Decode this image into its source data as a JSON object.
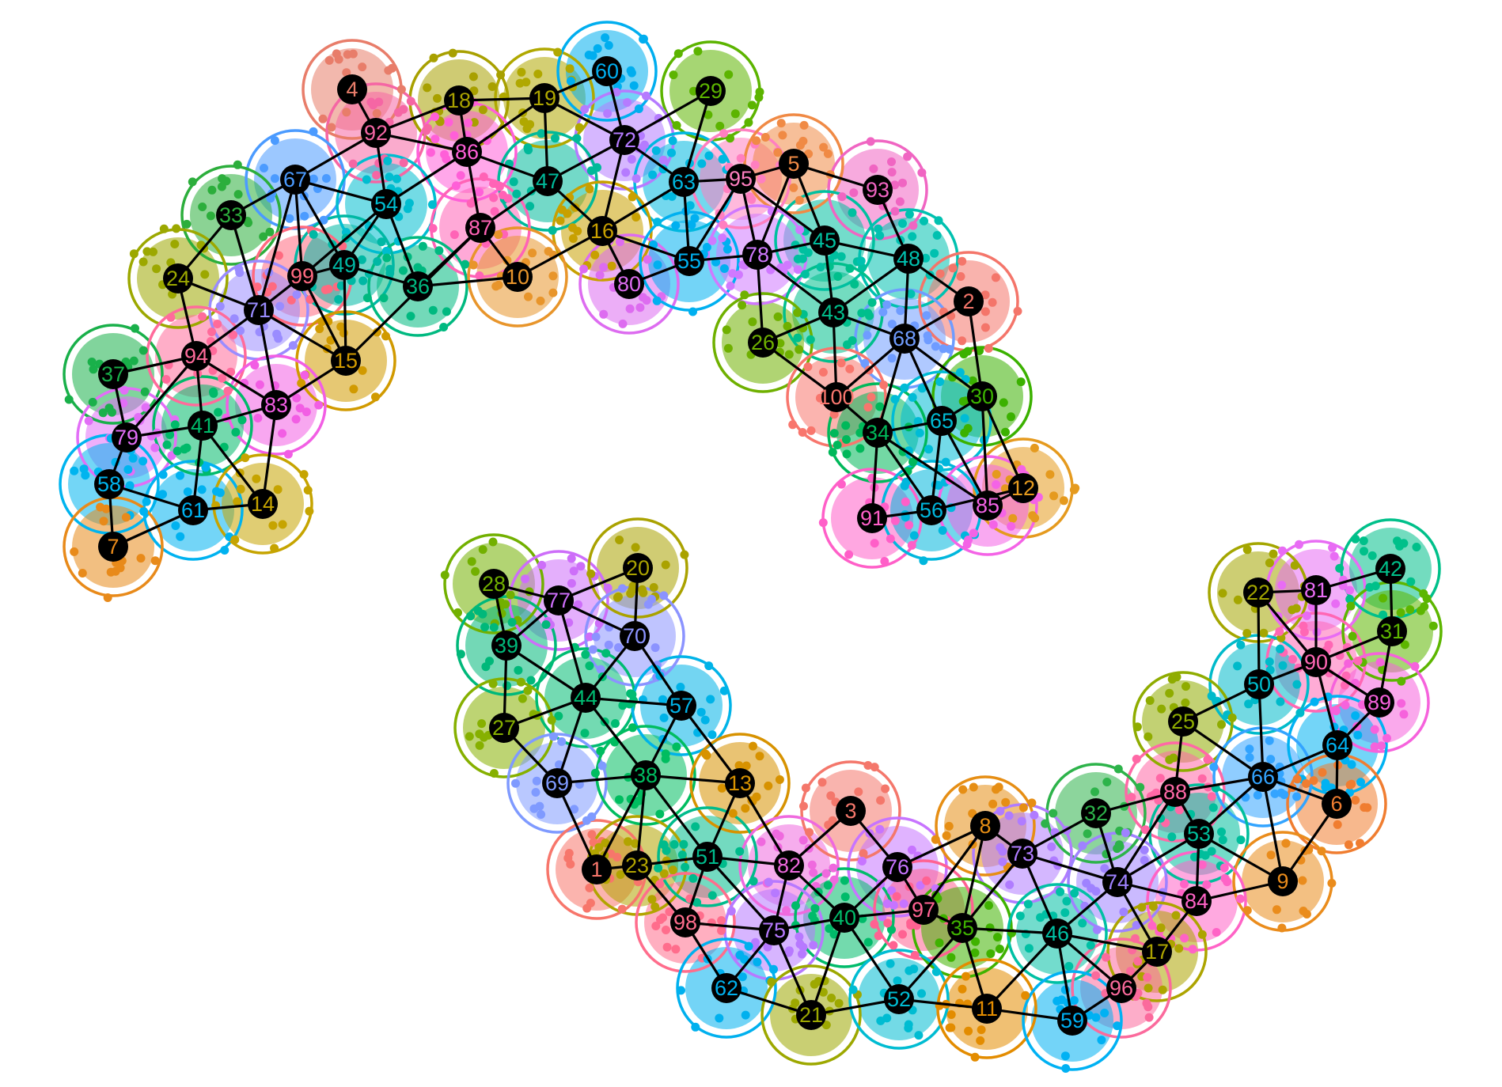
{
  "diagram": {
    "type": "network-graph",
    "clusters": [
      {
        "id": "4",
        "color": "#e87d6a"
      },
      {
        "id": "18",
        "color": "#a8a000"
      },
      {
        "id": "19",
        "color": "#b0a800"
      },
      {
        "id": "60",
        "color": "#00aeef"
      },
      {
        "id": "29",
        "color": "#5cb400"
      },
      {
        "id": "92",
        "color": "#f566a4"
      },
      {
        "id": "86",
        "color": "#ff5fd8"
      },
      {
        "id": "72",
        "color": "#b57bff"
      },
      {
        "id": "67",
        "color": "#4b9bff"
      },
      {
        "id": "47",
        "color": "#00b99a"
      },
      {
        "id": "63",
        "color": "#00b8e0"
      },
      {
        "id": "95",
        "color": "#ff7fc0"
      },
      {
        "id": "5",
        "color": "#f08a45"
      },
      {
        "id": "93",
        "color": "#f065c2"
      },
      {
        "id": "33",
        "color": "#2cae3c"
      },
      {
        "id": "54",
        "color": "#00bdd0"
      },
      {
        "id": "87",
        "color": "#ff63b6"
      },
      {
        "id": "16",
        "color": "#c8a000"
      },
      {
        "id": "45",
        "color": "#00c0a0"
      },
      {
        "id": "48",
        "color": "#00c1b0"
      },
      {
        "id": "24",
        "color": "#9ca800"
      },
      {
        "id": "99",
        "color": "#ff6a80"
      },
      {
        "id": "49",
        "color": "#00b8a4"
      },
      {
        "id": "36",
        "color": "#00b980"
      },
      {
        "id": "10",
        "color": "#e8952b"
      },
      {
        "id": "80",
        "color": "#dd6cf0"
      },
      {
        "id": "55",
        "color": "#00b0f0"
      },
      {
        "id": "78",
        "color": "#d079ff"
      },
      {
        "id": "2",
        "color": "#f4756a"
      },
      {
        "id": "71",
        "color": "#9a8cff"
      },
      {
        "id": "43",
        "color": "#00bf8c"
      },
      {
        "id": "26",
        "color": "#6fb000"
      },
      {
        "id": "68",
        "color": "#6f9cff"
      },
      {
        "id": "37",
        "color": "#19b04a"
      },
      {
        "id": "94",
        "color": "#ff6b9b"
      },
      {
        "id": "15",
        "color": "#d19a00"
      },
      {
        "id": "83",
        "color": "#f25ee4"
      },
      {
        "id": "100",
        "color": "#f8766d"
      },
      {
        "id": "30",
        "color": "#3bb100"
      },
      {
        "id": "79",
        "color": "#e26ef7"
      },
      {
        "id": "41",
        "color": "#00ba6a"
      },
      {
        "id": "34",
        "color": "#00b85a"
      },
      {
        "id": "65",
        "color": "#00bcd6"
      },
      {
        "id": "58",
        "color": "#00b4ef"
      },
      {
        "id": "61",
        "color": "#00b2f0"
      },
      {
        "id": "14",
        "color": "#c6a400"
      },
      {
        "id": "12",
        "color": "#e59a1e"
      },
      {
        "id": "91",
        "color": "#ff5fc8"
      },
      {
        "id": "56",
        "color": "#00b7dd"
      },
      {
        "id": "85",
        "color": "#f463e6"
      },
      {
        "id": "7",
        "color": "#e88a1a"
      },
      {
        "id": "28",
        "color": "#72b000"
      },
      {
        "id": "77",
        "color": "#cd6ef9"
      },
      {
        "id": "20",
        "color": "#aaa200"
      },
      {
        "id": "22",
        "color": "#a4a600"
      },
      {
        "id": "81",
        "color": "#e86cf4"
      },
      {
        "id": "42",
        "color": "#00c08a"
      },
      {
        "id": "39",
        "color": "#00b87a"
      },
      {
        "id": "70",
        "color": "#8b93ff"
      },
      {
        "id": "31",
        "color": "#5db600"
      },
      {
        "id": "90",
        "color": "#ff67b4"
      },
      {
        "id": "44",
        "color": "#00bc72"
      },
      {
        "id": "57",
        "color": "#00b3e8"
      },
      {
        "id": "50",
        "color": "#00baca"
      },
      {
        "id": "89",
        "color": "#f662dc"
      },
      {
        "id": "27",
        "color": "#86b000"
      },
      {
        "id": "25",
        "color": "#8fac00"
      },
      {
        "id": "64",
        "color": "#00b2f2"
      },
      {
        "id": "69",
        "color": "#7f9aff"
      },
      {
        "id": "38",
        "color": "#00bd60"
      },
      {
        "id": "13",
        "color": "#d79200"
      },
      {
        "id": "88",
        "color": "#ff68a6"
      },
      {
        "id": "66",
        "color": "#33a4ff"
      },
      {
        "id": "6",
        "color": "#f07d30"
      },
      {
        "id": "3",
        "color": "#f4776b"
      },
      {
        "id": "32",
        "color": "#2db34a"
      },
      {
        "id": "53",
        "color": "#00be9c"
      },
      {
        "id": "1",
        "color": "#f7766b"
      },
      {
        "id": "23",
        "color": "#b2a400"
      },
      {
        "id": "51",
        "color": "#00bb8c"
      },
      {
        "id": "82",
        "color": "#ef69de"
      },
      {
        "id": "76",
        "color": "#c774ff"
      },
      {
        "id": "8",
        "color": "#e68e14"
      },
      {
        "id": "73",
        "color": "#b07cff"
      },
      {
        "id": "74",
        "color": "#9f82ff"
      },
      {
        "id": "9",
        "color": "#ea8c1c"
      },
      {
        "id": "84",
        "color": "#ff63c6"
      },
      {
        "id": "98",
        "color": "#ff6d8c"
      },
      {
        "id": "40",
        "color": "#00bb6a"
      },
      {
        "id": "97",
        "color": "#ff6292"
      },
      {
        "id": "75",
        "color": "#b779ff"
      },
      {
        "id": "35",
        "color": "#3fb200"
      },
      {
        "id": "46",
        "color": "#00c0a4"
      },
      {
        "id": "17",
        "color": "#ada400"
      },
      {
        "id": "62",
        "color": "#00b0ee"
      },
      {
        "id": "96",
        "color": "#fb6a9c"
      },
      {
        "id": "21",
        "color": "#9da800"
      },
      {
        "id": "52",
        "color": "#00bcd2"
      },
      {
        "id": "11",
        "color": "#e38c00"
      },
      {
        "id": "59",
        "color": "#00b1f3"
      }
    ]
  }
}
